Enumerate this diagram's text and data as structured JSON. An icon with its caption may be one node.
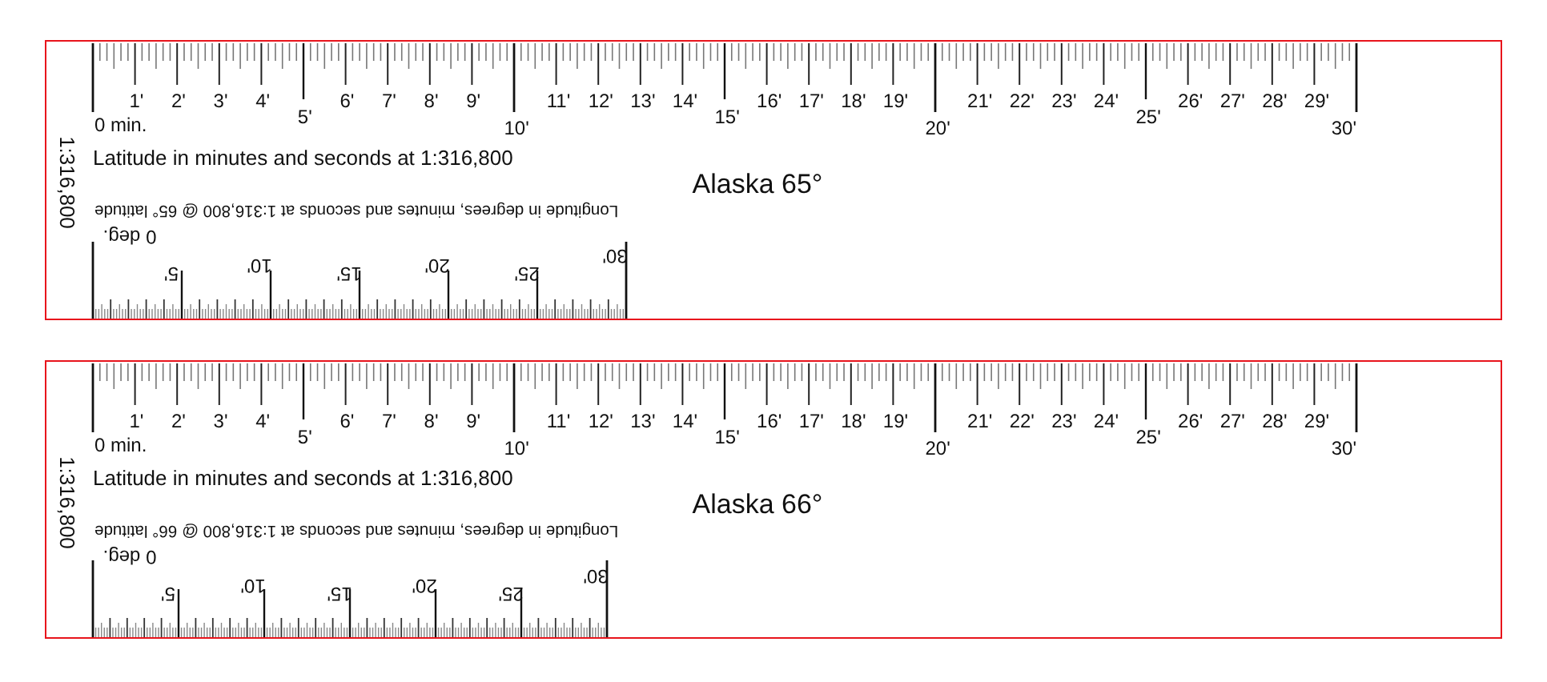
{
  "diagram": {
    "nodes": [
      {
        "text": [
          "1:316,800",
          "Latitude in minutes and seconds at 1:316,800",
          "Alaska 65°",
          "Longitude in degrees, minutes and seconds at 1:316,800 @ 65° latitude"
        ]
      },
      {
        "text": [
          "1:316,800",
          "Latitude in minutes and seconds at 1:316,800",
          "Alaska 66°",
          "Longitude in degrees, minutes and seconds at 1:316,800 @ 66° latitude"
        ]
      }
    ],
    "labels": [
      "0 min.",
      "1'",
      "2'",
      "3'",
      "4'",
      "5'",
      "6'",
      "7'",
      "8'",
      "9'",
      "10'",
      "11'",
      "12'",
      "13'",
      "14'",
      "15'",
      "16'",
      "17'",
      "18'",
      "19'",
      "20'",
      "21'",
      "22'",
      "23'",
      "24'",
      "25'",
      "26'",
      "27'",
      "28'",
      "29'",
      "30'",
      "0 deg.",
      "5'",
      "10'",
      "15'",
      "20'",
      "25'",
      "30'",
      "0 min.",
      "1'",
      "2'",
      "3'",
      "4'",
      "5'",
      "6'",
      "7'",
      "8'",
      "9'",
      "10'",
      "11'",
      "12'",
      "13'",
      "14'",
      "15'",
      "16'",
      "17'",
      "18'",
      "19'",
      "20'",
      "21'",
      "22'",
      "23'",
      "24'",
      "25'",
      "26'",
      "27'",
      "28'",
      "29'",
      "30'",
      "0 deg.",
      "5'",
      "10'",
      "15'",
      "20'",
      "25'",
      "30'"
    ]
  }
}
